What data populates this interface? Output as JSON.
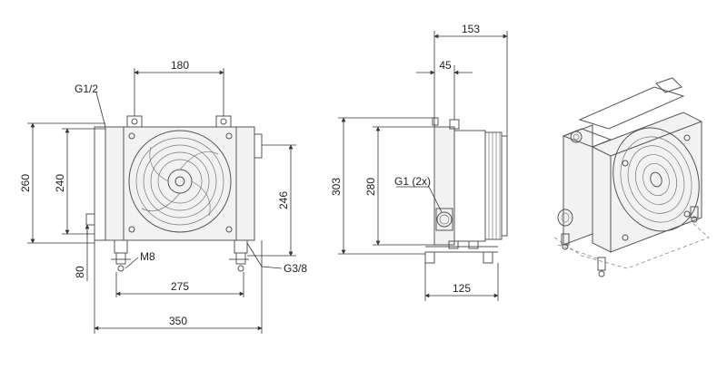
{
  "front_view": {
    "dim_width_top": "180",
    "dim_total_width": "350",
    "dim_foot_spacing": "275",
    "dim_height_left": "260",
    "dim_height_inner": "240",
    "dim_height_right": "246",
    "dim_base": "80",
    "label_inlet": "G1/2",
    "label_outlet": "G3/8",
    "label_bolt": "M8"
  },
  "side_view": {
    "dim_depth_total": "153",
    "dim_depth_offset": "45",
    "dim_height_total": "303",
    "dim_height_core": "280",
    "dim_foot_width": "125",
    "label_ports": "G1 (2x)"
  },
  "colors": {
    "line": "#555555",
    "dimension": "#333333",
    "background": "#ffffff"
  }
}
